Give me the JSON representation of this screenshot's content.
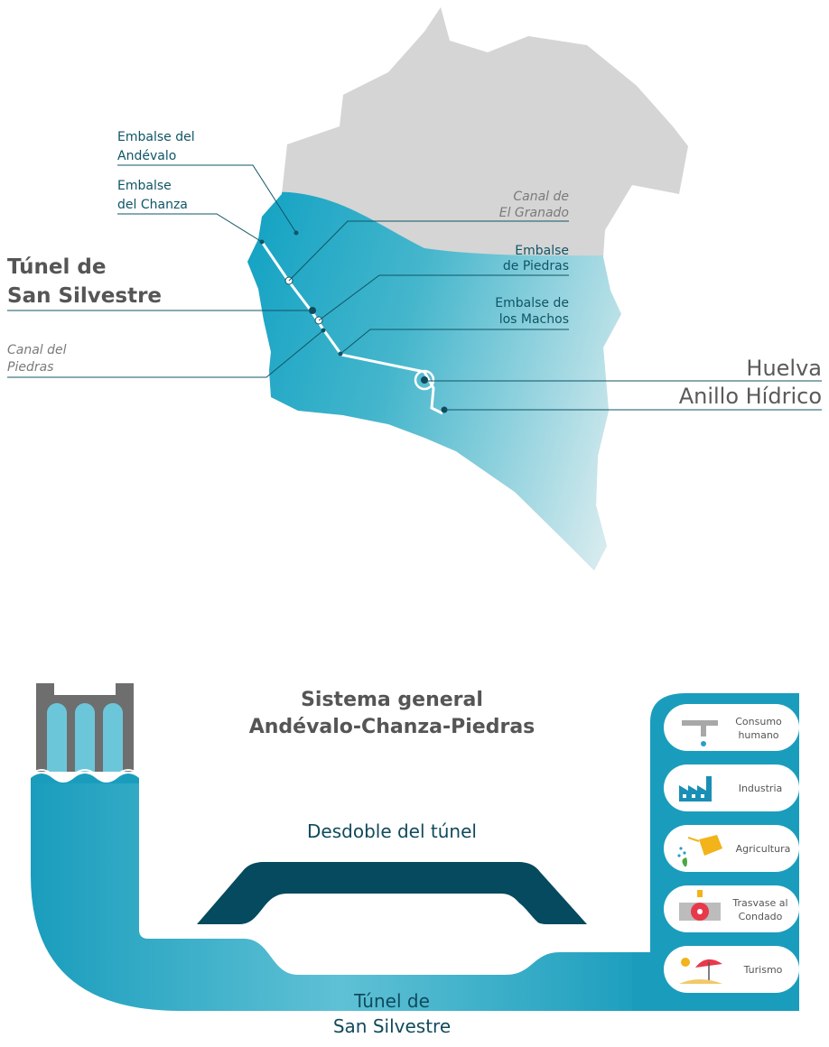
{
  "map": {
    "labels": {
      "andevalo": [
        "Embalse del",
        "Andévalo"
      ],
      "chanza": [
        "Embalse",
        "del Chanza"
      ],
      "tunel": [
        "Túnel de",
        "San Silvestre"
      ],
      "canal_piedras": [
        "Canal del",
        "Piedras"
      ],
      "canal_granado": [
        "Canal de",
        "El Granado"
      ],
      "embalse_piedras": [
        "Embalse",
        "de Piedras"
      ],
      "embalse_machos": [
        "Embalse de",
        "los Machos"
      ],
      "huelva": "Huelva",
      "anillo": "Anillo Hídrico"
    },
    "colors": {
      "land": "#d5d5d5",
      "water": "#22a3c0",
      "lines": "#0f5566"
    }
  },
  "diagram": {
    "title": [
      "Sistema general",
      "Andévalo-Chanza-Piedras"
    ],
    "desdoble": "Desdoble del túnel",
    "tunel": [
      "Túnel de",
      "San Silvestre"
    ],
    "uses": [
      {
        "icon": "faucet-icon",
        "label": [
          "Consumo",
          "humano"
        ]
      },
      {
        "icon": "factory-icon",
        "label": [
          "Industria"
        ]
      },
      {
        "icon": "watering-can-icon",
        "label": [
          "Agricultura"
        ]
      },
      {
        "icon": "valve-icon",
        "label": [
          "Trasvase al",
          "Condado"
        ]
      },
      {
        "icon": "beach-umbrella-icon",
        "label": [
          "Turismo"
        ]
      }
    ],
    "colors": {
      "water": "#22a3c0",
      "dark": "#054a5e",
      "dam": "#6e6e6e"
    }
  }
}
